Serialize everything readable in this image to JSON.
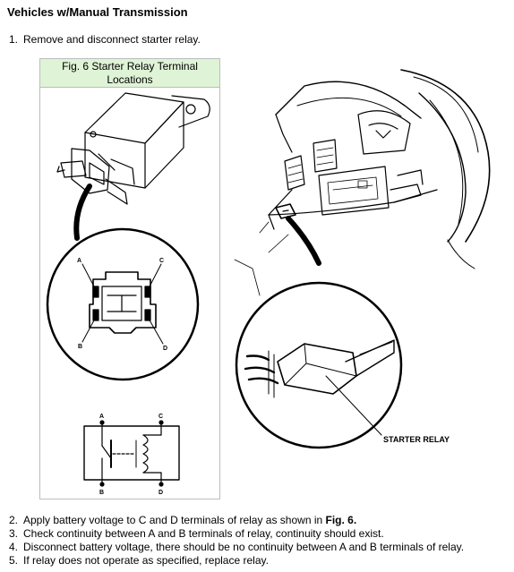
{
  "heading": "Vehicles w/Manual Transmission",
  "steps": [
    {
      "num": "1.",
      "text": "Remove and disconnect starter relay."
    },
    {
      "num": "2.",
      "text": "Apply battery voltage to C and D terminals of relay as shown in ",
      "bold": "Fig. 6."
    },
    {
      "num": "3.",
      "text": "Check continuity between A and B terminals of relay, continuity should exist."
    },
    {
      "num": "4.",
      "text": "Disconnect battery voltage, there should be no continuity between A and B terminals of relay."
    },
    {
      "num": "5.",
      "text": "If relay does not operate as specified, replace relay."
    }
  ],
  "figure": {
    "caption_line1": "Fig. 6 Starter Relay Terminal",
    "caption_line2": "Locations",
    "terminal_labels": [
      "A",
      "B",
      "C",
      "D"
    ],
    "callout": "STARTER RELAY"
  }
}
